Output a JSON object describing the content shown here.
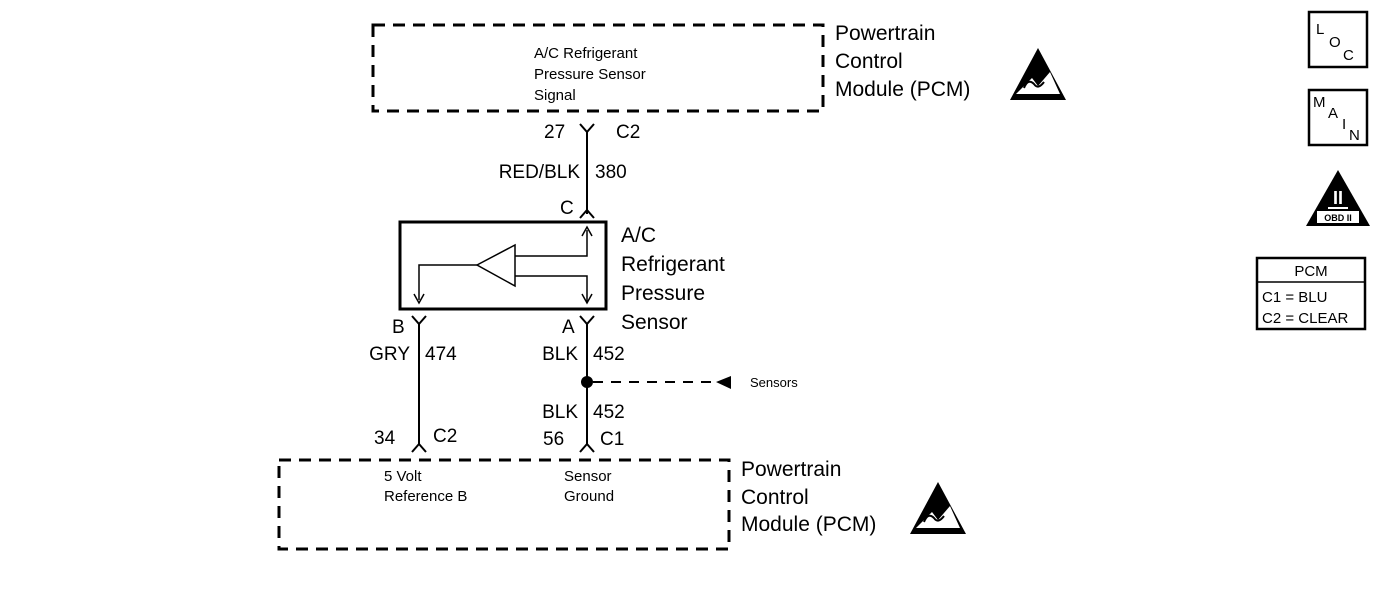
{
  "pcm_top": {
    "name_lines": [
      "Powertrain",
      "Control",
      "Module (PCM)"
    ],
    "circuit_lines": [
      "A/C Refrigerant",
      "Pressure Sensor",
      "Signal"
    ],
    "pin": "27",
    "connector": "C2"
  },
  "wire_380": {
    "color": "RED/BLK",
    "circuit": "380"
  },
  "sensor": {
    "pin_c": "C",
    "pin_b": "B",
    "pin_a": "A",
    "name_lines": [
      "A/C",
      "Refrigerant",
      "Pressure",
      "Sensor"
    ]
  },
  "wire_474": {
    "color": "GRY",
    "circuit": "474"
  },
  "wire_452_upper": {
    "color": "BLK",
    "circuit": "452"
  },
  "wire_452_lower": {
    "color": "BLK",
    "circuit": "452"
  },
  "splice": {
    "label": "Sensors"
  },
  "pcm_bottom": {
    "name_lines": [
      "Powertrain",
      "Control",
      "Module (PCM)"
    ],
    "pin_34": "34",
    "conn_34": "C2",
    "pin_56": "56",
    "conn_56": "C1",
    "ref_lines": [
      "5 Volt",
      "Reference B"
    ],
    "gnd_lines": [
      "Sensor",
      "Ground"
    ]
  },
  "legend": {
    "loc": [
      "L",
      "O",
      "C"
    ],
    "main": [
      "M",
      "A",
      "I",
      "N"
    ],
    "obd": [
      "II",
      "OBD II"
    ],
    "pcm_box": {
      "title": "PCM",
      "rows": [
        "C1 = BLU",
        "C2 = CLEAR"
      ]
    }
  }
}
